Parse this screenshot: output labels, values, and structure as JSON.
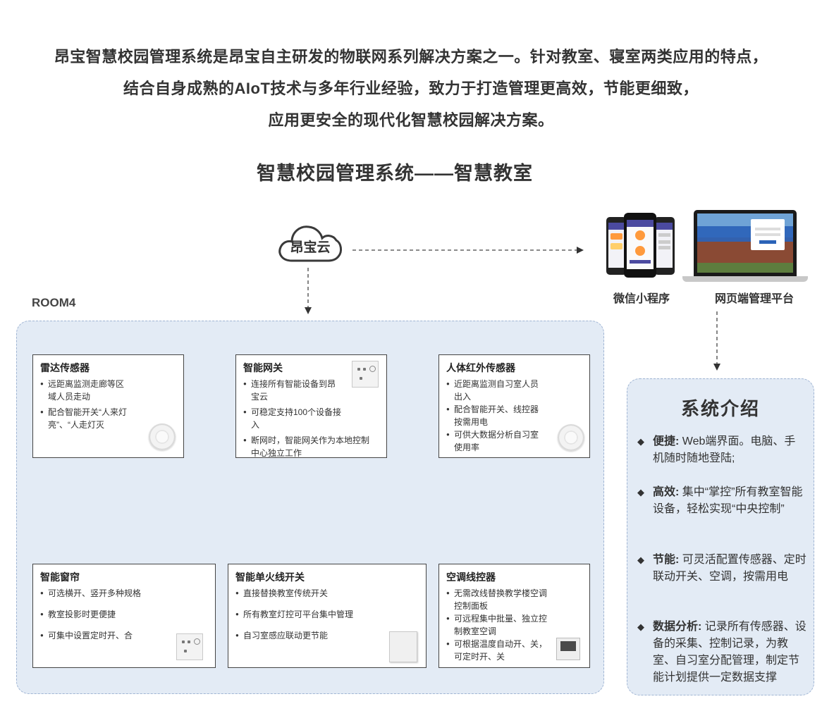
{
  "intro": {
    "line1": "昂宝智慧校园管理系统是昂宝自主研发的物联网系列解决方案之一。针对教室、寝室两类应用的特点，",
    "line2": "结合自身成熟的AIoT技术与多年行业经验，致力于打造管理更高效，节能更细致，",
    "line3": "应用更安全的现代化智慧校园解决方案。"
  },
  "subtitle": "智慧校园管理系统——智慧教室",
  "cloud_label": "昂宝云",
  "room_label": "ROOM4",
  "endpoints": {
    "mini_program": "微信小程序",
    "web_platform": "网页端管理平台"
  },
  "devices": {
    "radar": {
      "title": "雷达传感器",
      "items": [
        "远距离监测走廊等区域人员走动",
        "配合智能开关“人来灯亮”、“人走灯灭"
      ]
    },
    "gateway": {
      "title": "智能网关",
      "items": [
        "连接所有智能设备到昂宝云",
        "可稳定支持100个设备接入",
        "断网时，智能网关作为本地控制中心独立工作"
      ]
    },
    "infrared": {
      "title": "人体红外传感器",
      "items": [
        "近距离监测自习室人员出入",
        "配合智能开关、线控器按需用电",
        "可供大数据分析自习室使用率"
      ]
    },
    "curtain": {
      "title": "智能窗帘",
      "items": [
        "可选横开、竖开多种规格",
        "教室投影时更便捷",
        "可集中设置定时开、合"
      ]
    },
    "switch": {
      "title": "智能单火线开关",
      "items": [
        "直接替换教室传统开关",
        "所有教室灯控可平台集中管理",
        "自习室感应联动更节能"
      ]
    },
    "aircon": {
      "title": "空调线控器",
      "items": [
        "无需改线替换教学楼空调控制面板",
        "可远程集中批量、独立控制教室空调",
        "可根据温度自动开、关，可定时开、关"
      ]
    }
  },
  "features": {
    "title": "系统介绍",
    "items": [
      {
        "key": "便捷:",
        "text": " Web端界面。电脑、手机随时随地登陆;"
      },
      {
        "key": "高效:",
        "text": " 集中“掌控”所有教室智能设备，轻松实现“中央控制”"
      },
      {
        "key": "节能:",
        "text": " 可灵活配置传感器、定时联动开关、空调，按需用电"
      },
      {
        "key": "数据分析:",
        "text": " 记录所有传感器、设备的采集、控制记录，为教室、自习室分配管理，制定节能计划提供一定数据支撑"
      }
    ]
  },
  "colors": {
    "panel_bg": "#e3ebf5",
    "panel_border": "#9fb4d3",
    "accent": "#ff9a3c",
    "app_purple": "#4b4aa0",
    "web_blue": "#2b63b8"
  }
}
